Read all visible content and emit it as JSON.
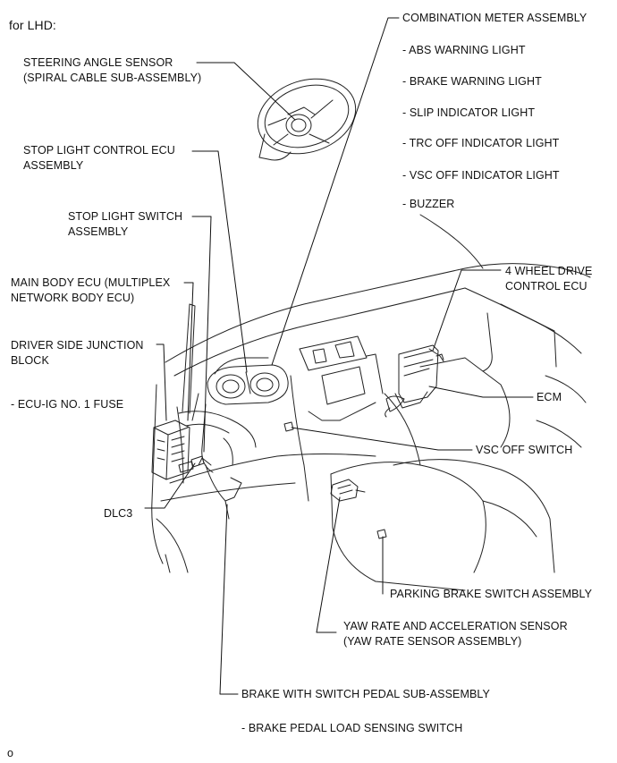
{
  "header": "for LHD:",
  "labels": {
    "steering_angle_sensor": [
      "STEERING ANGLE SENSOR",
      "(SPIRAL CABLE SUB-ASSEMBLY)"
    ],
    "stop_light_control_ecu": [
      "STOP LIGHT CONTROL ECU",
      "ASSEMBLY"
    ],
    "stop_light_switch": [
      "STOP LIGHT SWITCH",
      "ASSEMBLY"
    ],
    "main_body_ecu": [
      "MAIN BODY ECU (MULTIPLEX",
      "NETWORK BODY ECU)"
    ],
    "driver_side_junction_block": [
      "DRIVER SIDE JUNCTION",
      "BLOCK"
    ],
    "ecu_ig_fuse": "- ECU-IG NO. 1 FUSE",
    "dlc3": "DLC3",
    "combination_meter": "COMBINATION METER ASSEMBLY",
    "combination_meter_items": [
      "- ABS WARNING LIGHT",
      "- BRAKE WARNING LIGHT",
      "- SLIP INDICATOR LIGHT",
      "- TRC OFF INDICATOR LIGHT",
      "- VSC OFF INDICATOR LIGHT",
      "- BUZZER"
    ],
    "four_wd_control_ecu": [
      "4 WHEEL DRIVE",
      "CONTROL ECU"
    ],
    "ecm": "ECM",
    "vsc_off_switch": "VSC OFF SWITCH",
    "parking_brake_switch": "PARKING BRAKE SWITCH ASSEMBLY",
    "yaw_rate_sensor": [
      "YAW RATE AND ACCELERATION SENSOR",
      "(YAW RATE SENSOR ASSEMBLY)"
    ],
    "brake_pedal": "BRAKE WITH SWITCH PEDAL SUB-ASSEMBLY",
    "brake_pedal_item": "- BRAKE PEDAL LOAD SENSING SWITCH"
  },
  "footer_mark": "o"
}
